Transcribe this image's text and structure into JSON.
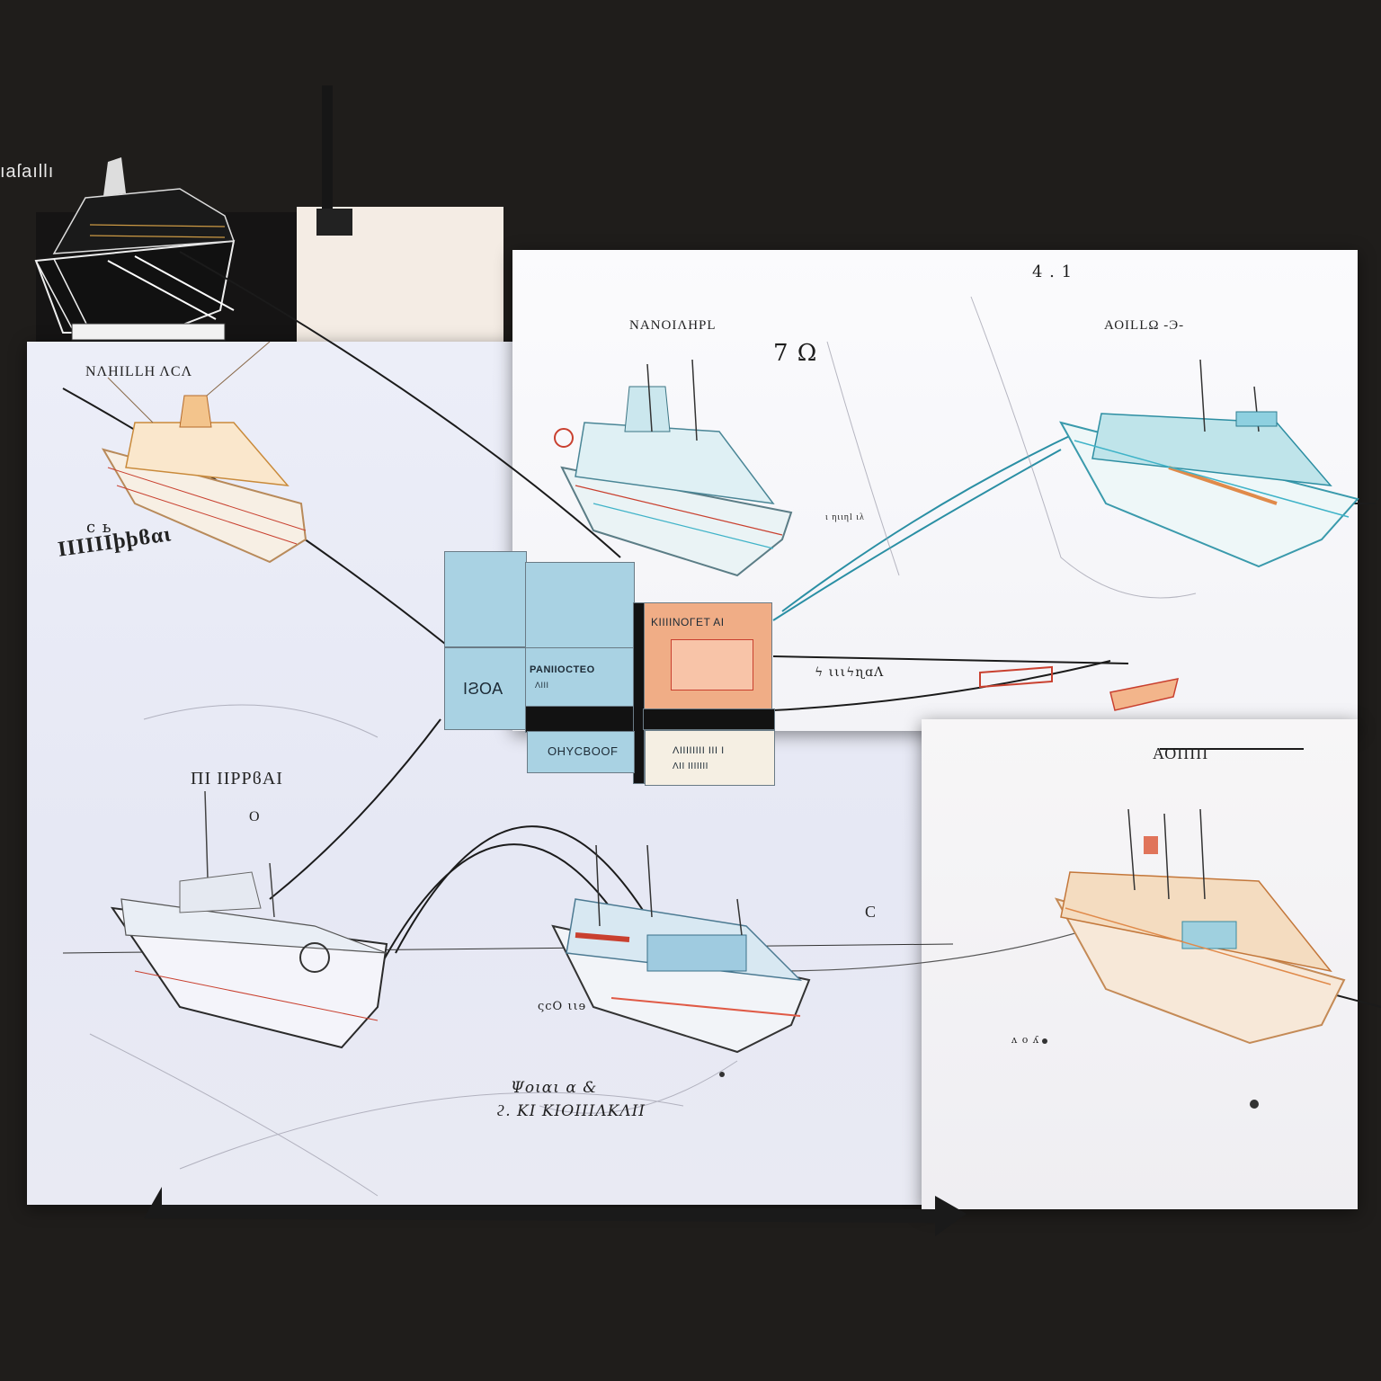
{
  "corner_label": "ıaſaıllı",
  "sheet_labels": {
    "top_left": "ΝΛΗΙLLΗ ΛCΛ",
    "top_mid": "ΝΑΝΟΙΛΗΡL",
    "top_mid_num": "7 Ω",
    "top_right_mark": "4 .  1",
    "top_right": "ΑΟΙLLΩ -Э-",
    "left_side_a": "ϲ  ь",
    "left_side_b": "ΙΙΙΙΙΙϸϸϐαι",
    "bottom_left": "ΠΙ ΙΙΡΡϐΑΙ",
    "bottom_left_o": "O",
    "mid_right_small": "ι  ηιιηl ιλ",
    "mid_right_label": "ϟ ιιιϟɳɑΛ",
    "bottom_right": "ΑΟΙΙΙΙΙ",
    "c_mark": "C",
    "bottom_mid_small": "ςcO ιιɘ",
    "bottom_note_1": "Ψοιαι α &",
    "bottom_note_2": "ϩ. ΚΙ ΚΙΟΙΙΙΛΚΛΙΙ",
    "dot_small": "ʌ o ʎ"
  },
  "center_blocks": {
    "salmon_title": "ΚΙΙΙΙΝΟΓΕΤ ΑΙ",
    "blue_title": "ΡΑΝΙΙΟCΤΕΟ",
    "blue_sub": "ΛΙΙΙ",
    "blue_small": "ΙϨΟΑ",
    "bottom_blue": "ΟΗΥCBOOF",
    "bottom_cream_1": "ΛΙΙΙΙΙΙΙΙ ΙΙΙ Ι",
    "bottom_cream_2": "ΛΙΙ ΙΙΙΙΙΙΙ"
  },
  "colors": {
    "background": "#1f1d1b",
    "sketch_red": "#c9402f",
    "sketch_cyan": "#3fb3c8",
    "sketch_orange": "#e08a4a",
    "line_dark": "#1b1b1b"
  }
}
